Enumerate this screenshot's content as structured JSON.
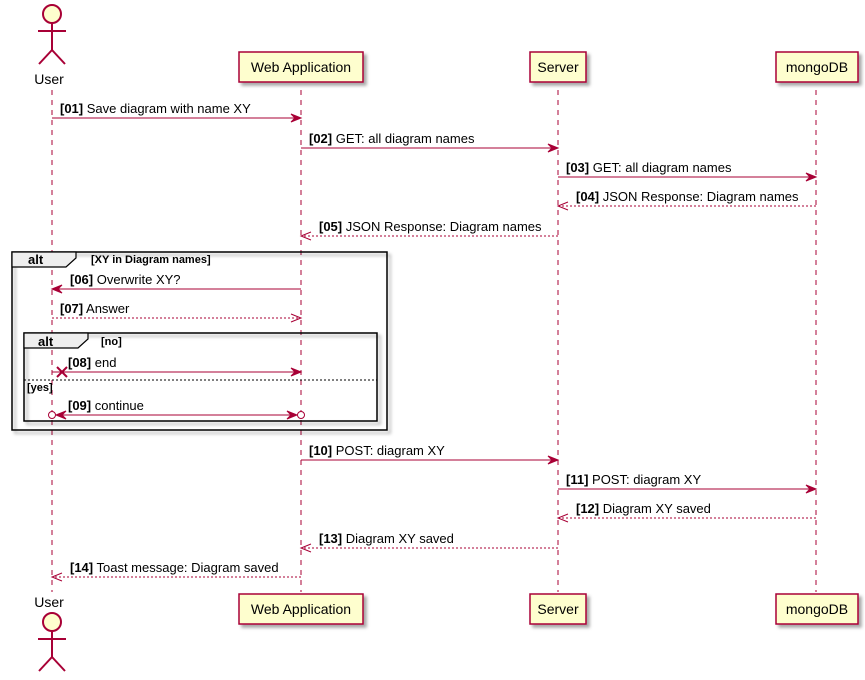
{
  "participants": [
    {
      "id": "user",
      "label": "User",
      "kind": "actor"
    },
    {
      "id": "web",
      "label": "Web Application",
      "kind": "box"
    },
    {
      "id": "server",
      "label": "Server",
      "kind": "box"
    },
    {
      "id": "mongo",
      "label": "mongoDB",
      "kind": "box"
    }
  ],
  "messages": [
    {
      "num": "[01]",
      "text": "Save diagram with name XY",
      "from": "user",
      "to": "web",
      "style": "solid",
      "head": "arrow"
    },
    {
      "num": "[02]",
      "text": "GET: all diagram names",
      "from": "web",
      "to": "server",
      "style": "solid",
      "head": "arrow"
    },
    {
      "num": "[03]",
      "text": "GET: all diagram names",
      "from": "server",
      "to": "mongo",
      "style": "solid",
      "head": "arrow"
    },
    {
      "num": "[04]",
      "text": "JSON Response: Diagram names",
      "from": "mongo",
      "to": "server",
      "style": "dashed",
      "head": "open"
    },
    {
      "num": "[05]",
      "text": "JSON Response: Diagram names",
      "from": "server",
      "to": "web",
      "style": "dashed",
      "head": "open"
    },
    {
      "num": "[06]",
      "text": "Overwrite XY?",
      "from": "web",
      "to": "user",
      "style": "solid",
      "head": "arrow"
    },
    {
      "num": "[07]",
      "text": "Answer",
      "from": "user",
      "to": "web",
      "style": "dashed",
      "head": "open"
    },
    {
      "num": "[08]",
      "text": "end",
      "from": "user",
      "to": "web",
      "style": "solid",
      "head": "arrow",
      "tail": "cross"
    },
    {
      "num": "[09]",
      "text": "continue",
      "from": "user",
      "to": "web",
      "style": "solid",
      "head": "both",
      "ends": "circle"
    },
    {
      "num": "[10]",
      "text": "POST: diagram XY",
      "from": "web",
      "to": "server",
      "style": "solid",
      "head": "arrow"
    },
    {
      "num": "[11]",
      "text": "POST: diagram XY",
      "from": "server",
      "to": "mongo",
      "style": "solid",
      "head": "arrow"
    },
    {
      "num": "[12]",
      "text": "Diagram XY saved",
      "from": "mongo",
      "to": "server",
      "style": "dashed",
      "head": "open"
    },
    {
      "num": "[13]",
      "text": "Diagram XY saved",
      "from": "server",
      "to": "web",
      "style": "dashed",
      "head": "open"
    },
    {
      "num": "[14]",
      "text": "Toast message: Diagram saved",
      "from": "web",
      "to": "user",
      "style": "dashed",
      "head": "open"
    }
  ],
  "fragments": [
    {
      "title": "alt",
      "guard": "[XY in Diagram names]"
    },
    {
      "title": "alt",
      "guard": "[no]",
      "else_guard": "[yes]"
    }
  ],
  "colors": {
    "arrow": "#a80036",
    "box_fill": "#fefece",
    "box_stroke": "#a80036",
    "frame": "#000000",
    "frame_tab": "#eeeeee"
  }
}
